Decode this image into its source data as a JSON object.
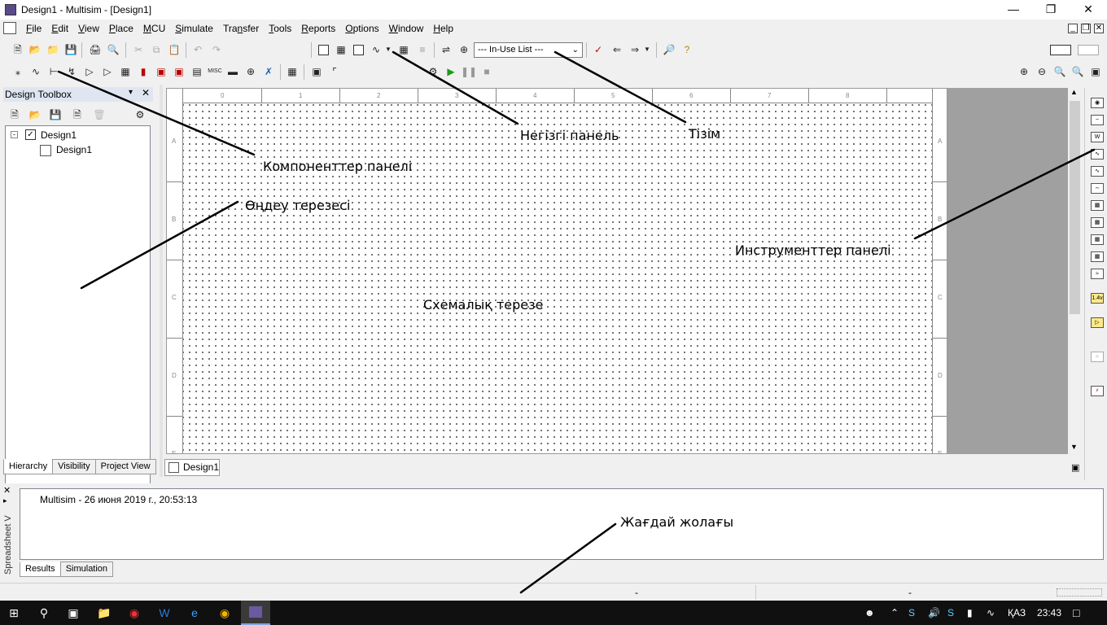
{
  "window": {
    "title": "Design1 - Multisim - [Design1]"
  },
  "menu": {
    "items": [
      "File",
      "Edit",
      "View",
      "Place",
      "MCU",
      "Simulate",
      "Transfer",
      "Tools",
      "Reports",
      "Options",
      "Window",
      "Help"
    ],
    "underline": [
      "F",
      "E",
      "V",
      "P",
      "M",
      "S",
      "n",
      "T",
      "R",
      "O",
      "W",
      "H"
    ]
  },
  "toolbar": {
    "in_use_list": "--- In-Use List ---"
  },
  "toolbox": {
    "title": "Design Toolbox",
    "tree_root": "Design1",
    "tree_child": "Design1",
    "tabs": [
      "Hierarchy",
      "Visibility",
      "Project View"
    ]
  },
  "schematic": {
    "ruler_cols": [
      "0",
      "1",
      "2",
      "3",
      "4",
      "5",
      "6",
      "7",
      "8"
    ],
    "ruler_rows": [
      "A",
      "B",
      "C",
      "D",
      "E"
    ],
    "doc_tab": "Design1"
  },
  "spreadsheet": {
    "side_label": "Spreadsheet V",
    "message": "Multisim  -  26 июня 2019 г., 20:53:13",
    "tabs": [
      "Results",
      "Simulation"
    ]
  },
  "status": {
    "dash1": "-",
    "dash2": "-"
  },
  "taskbar": {
    "lang": "ҚАЗ",
    "time": "23:43"
  },
  "annotations": {
    "main_panel": "Негізгі панель",
    "list": "Тізім",
    "components_panel": "Компоненттер панелі",
    "edit_window": "Өңдеу терезесі",
    "instruments_panel": "Инструменттер панелі",
    "schematic_window": "Схемалық терезе",
    "status_bar": "Жағдай жолағы"
  },
  "colors": {
    "toolbox_header": "#dfe6f1",
    "taskbar": "#101010",
    "schematic_gray": "#a0a0a0"
  }
}
